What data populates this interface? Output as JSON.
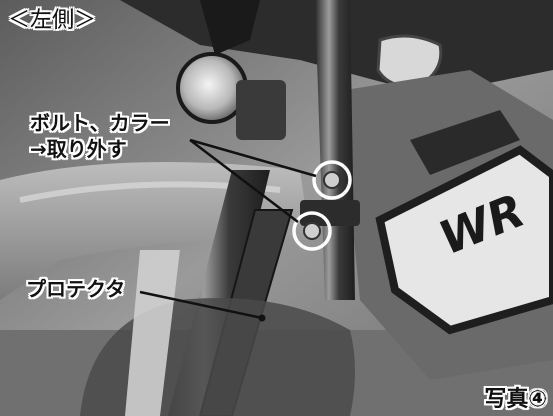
{
  "photo": {
    "side_label": "＜左側＞",
    "bolt_label_line1": "ボルト、カラー",
    "bolt_label_line2": "→取り外す",
    "protector_label": "プロテクタ",
    "photo_number": "写真④"
  },
  "colors": {
    "label_text": "#111111",
    "label_outline": "#ffffff",
    "callout_circle": "#ffffff",
    "leader_line": "#111111"
  }
}
